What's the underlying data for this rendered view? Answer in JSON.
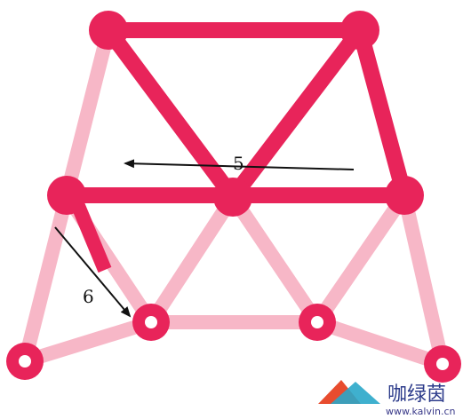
{
  "puzzle": {
    "colors": {
      "drawn_edge": "#e8245a",
      "undrawn_edge": "#f7b7c7",
      "node": "#e8245a",
      "node_ring_inner": "#ffffff",
      "arrow": "#111111"
    },
    "annotations": {
      "arrow_5_label": "5",
      "arrow_6_label": "6"
    }
  },
  "watermark": {
    "brand": "咖绿茵",
    "url": "www.kalvin.cn",
    "logo_icon": "kalvin-logo-icon"
  }
}
